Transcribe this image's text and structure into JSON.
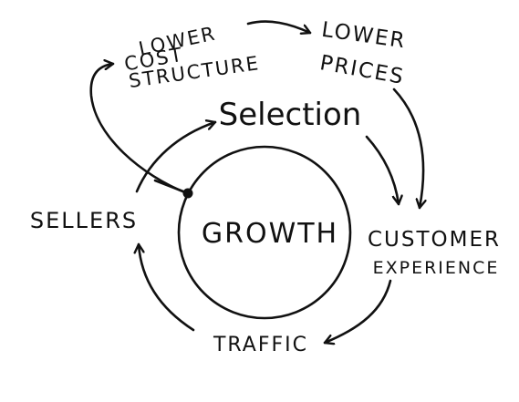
{
  "diagram": {
    "center": "GROWTH",
    "nodes": {
      "lower_cost_line1": "LOWER",
      "lower_cost_line2": "COST",
      "lower_cost_line3": "STRUCTURE",
      "lower_prices_line1": "LOWER",
      "lower_prices_line2": "PRICES",
      "selection": "Selection",
      "customer_experience_line1": "CUSTOMER",
      "customer_experience_line2": "EXPERIENCE",
      "traffic": "TRAFFIC",
      "sellers": "SELLERS"
    },
    "colors": {
      "ink": "#111111",
      "background": "#ffffff"
    }
  }
}
